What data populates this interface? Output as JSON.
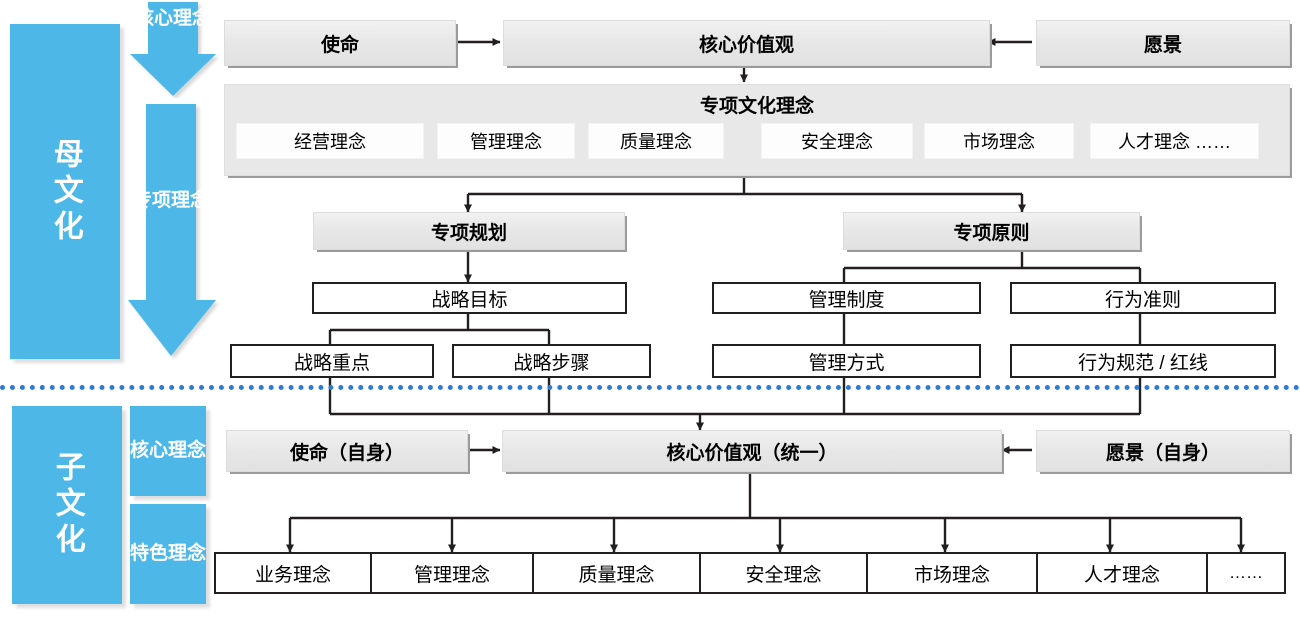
{
  "colors": {
    "blue": "#4DB8E8",
    "divider": "#2E7BD6",
    "box_fill": "#e8e8e8",
    "line": "#231f20"
  },
  "parent_culture": {
    "band_label": "母文化",
    "arrows": [
      {
        "label": "核心理念"
      },
      {
        "label": "专项理念"
      }
    ],
    "top_row": {
      "mission": "使命",
      "core_values": "核心价值观",
      "vision": "愿景"
    },
    "special_panel": {
      "title": "专项文化理念",
      "chips": [
        "经营理念",
        "管理理念",
        "质量理念",
        "安全理念",
        "市场理念",
        "人才理念  ……"
      ]
    },
    "branches": {
      "left": {
        "head": "专项规划",
        "level2": "战略目标",
        "level3": [
          "战略重点",
          "战略步骤"
        ]
      },
      "right": {
        "head": "专项原则",
        "level2": [
          "管理制度",
          "行为准则"
        ],
        "level3": [
          "管理方式",
          "行为规范 / 红线"
        ]
      }
    }
  },
  "sub_culture": {
    "band_label": "子文化",
    "tags": [
      "核心理念",
      "特色理念"
    ],
    "top_row": {
      "mission": "使命（自身）",
      "core_values": "核心价值观（统一）",
      "vision": "愿景（自身）"
    },
    "concepts": [
      "业务理念",
      "管理理念",
      "质量理念",
      "安全理念",
      "市场理念",
      "人才理念",
      "……"
    ]
  }
}
